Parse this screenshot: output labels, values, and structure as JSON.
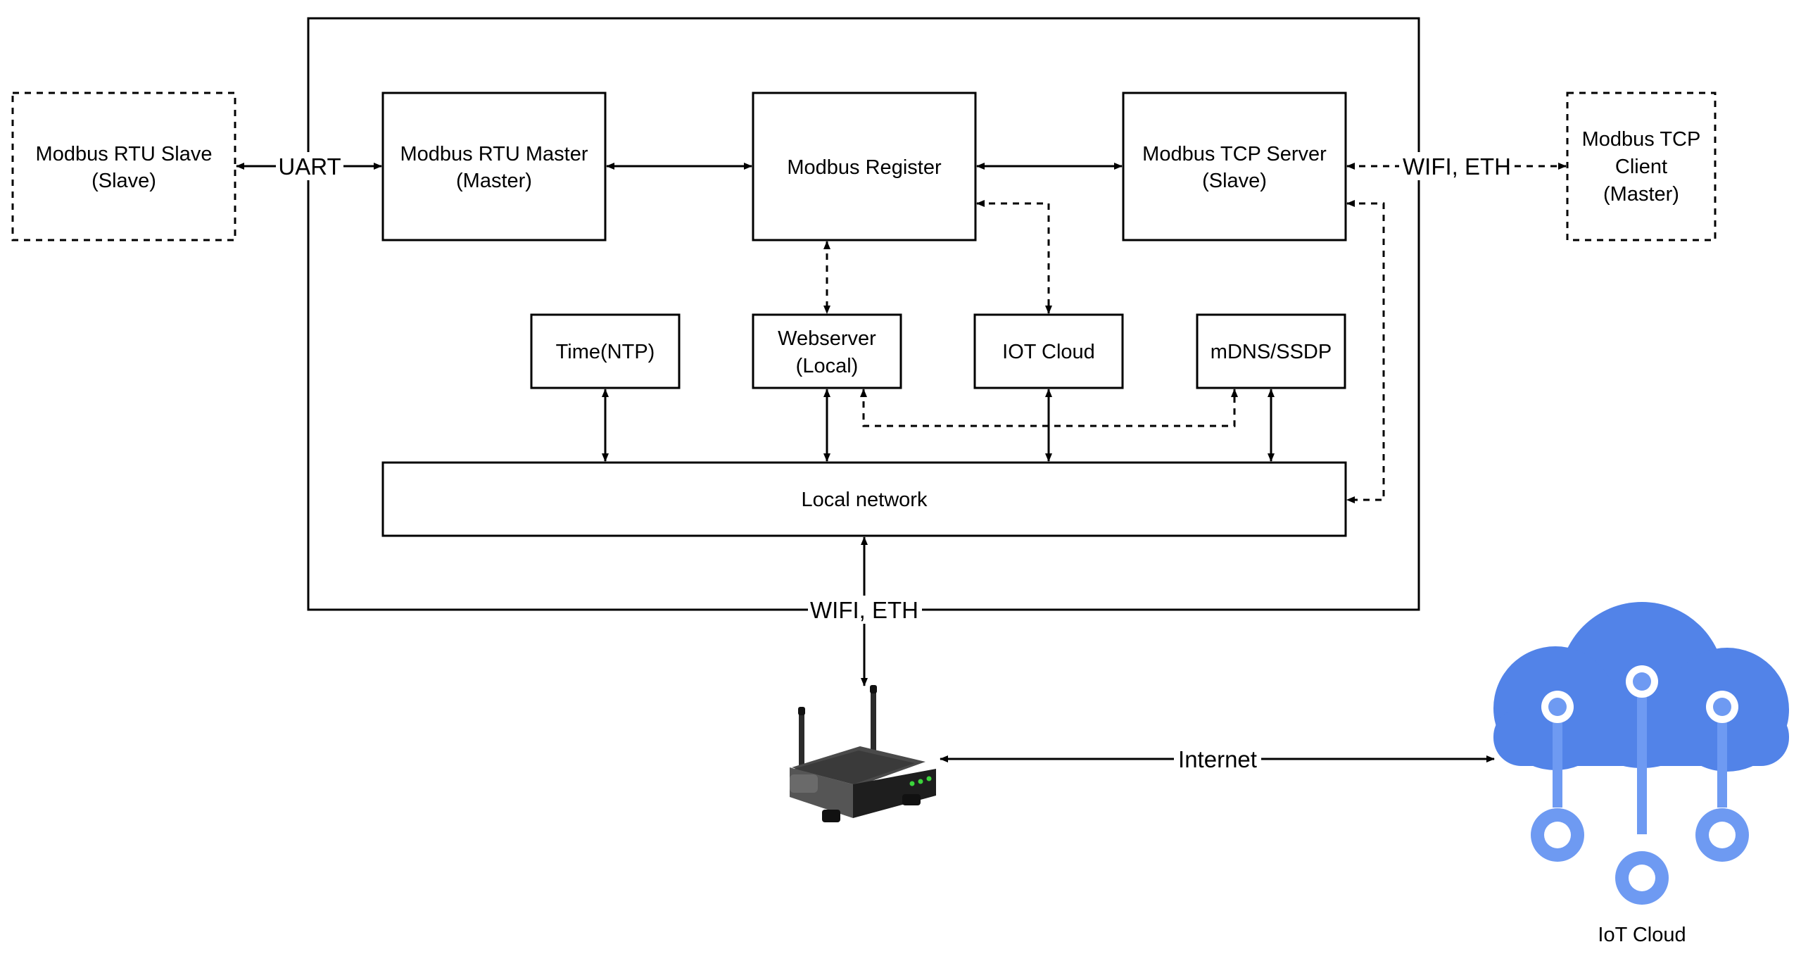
{
  "nodes": {
    "rtu_slave": {
      "line1": "Modbus RTU Slave",
      "line2": "(Slave)"
    },
    "rtu_master": {
      "line1": "Modbus RTU Master",
      "line2": "(Master)"
    },
    "register": {
      "line1": "Modbus Register"
    },
    "tcp_server": {
      "line1": "Modbus TCP Server",
      "line2": "(Slave)"
    },
    "tcp_client": {
      "line1": "Modbus TCP",
      "line2": "Client",
      "line3": "(Master)"
    },
    "time_ntp": {
      "line1": "Time(NTP)"
    },
    "webserver": {
      "line1": "Webserver",
      "line2": "(Local)"
    },
    "iot_cloud_box": {
      "line1": "IOT Cloud"
    },
    "mdns": {
      "line1": "mDNS/SSDP"
    },
    "local_network": {
      "line1": "Local network"
    },
    "router_icon": {
      "icon": "wifi-router-icon"
    },
    "cloud_icon": {
      "icon": "iot-cloud-icon",
      "label": "IoT Cloud"
    }
  },
  "edges": {
    "uart": "UART",
    "tcp_link": "WIFI, ETH",
    "wan_link": "WIFI, ETH",
    "internet": "Internet"
  },
  "colors": {
    "stroke": "#000000",
    "cloud_dark": "#5283E8",
    "cloud_light": "#6E9AF2",
    "router_body": "#2B2B2B",
    "router_led": "#3BD43B"
  }
}
